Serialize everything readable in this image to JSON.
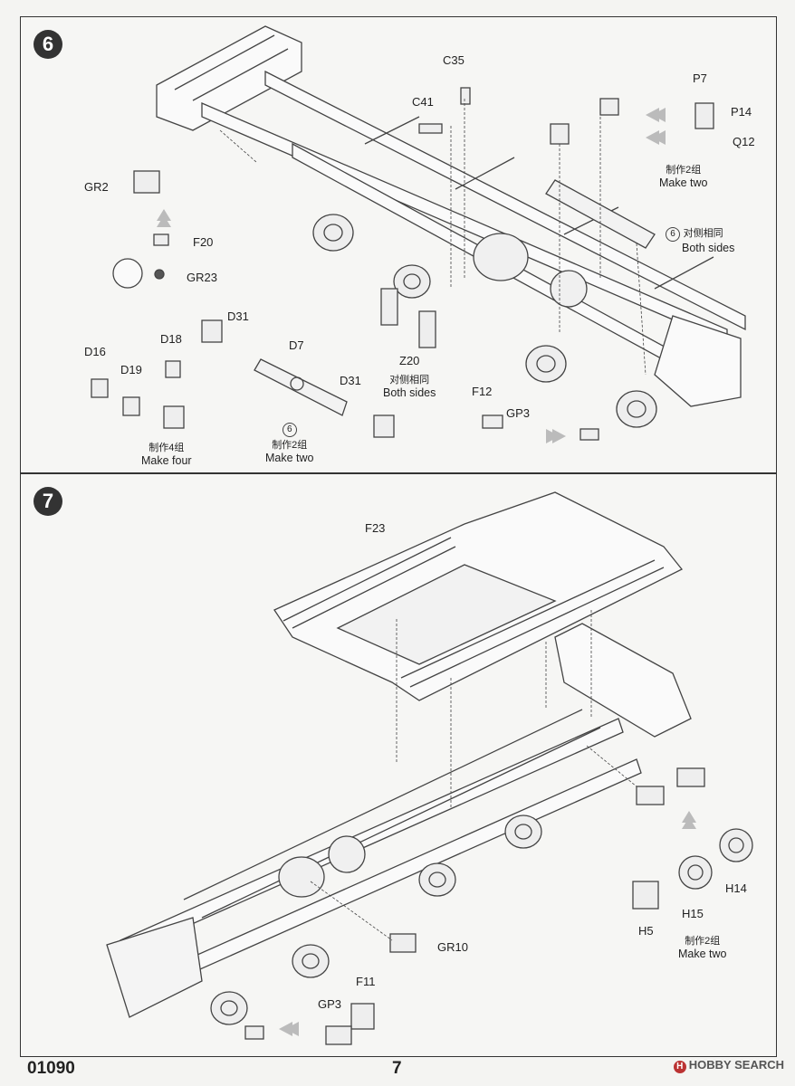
{
  "step6": {
    "number": "6",
    "labels": {
      "c35": "C35",
      "c41": "C41",
      "p7": "P7",
      "p14": "P14",
      "q12": "Q12",
      "gr2": "GR2",
      "f20": "F20",
      "gr23": "GR23",
      "d31a": "D31",
      "d7": "D7",
      "d16": "D16",
      "d18": "D18",
      "d19": "D19",
      "d31b": "D31",
      "z20": "Z20",
      "f12": "F12",
      "gp3": "GP3"
    },
    "notes": {
      "make_two_cn": "制作2组",
      "make_two_en": "Make two",
      "both_sides_ref": "6",
      "both_sides_cn": "对侧相同",
      "both_sides_en": "Both sides",
      "z20_cn": "对侧相同",
      "z20_en": "Both sides",
      "make_four_cn": "制作4组",
      "make_four_en": "Make four",
      "d7_ref": "6",
      "d7_cn": "制作2组",
      "d7_en": "Make two"
    }
  },
  "step7": {
    "number": "7",
    "labels": {
      "f23": "F23",
      "gr10": "GR10",
      "f11": "F11",
      "gp3": "GP3",
      "h14": "H14",
      "h15": "H15",
      "h5": "H5"
    },
    "notes": {
      "make_two_cn": "制作2组",
      "make_two_en": "Make two"
    }
  },
  "footer": {
    "code": "01090",
    "page": "7",
    "watermark": "HOBBY SEARCH"
  }
}
